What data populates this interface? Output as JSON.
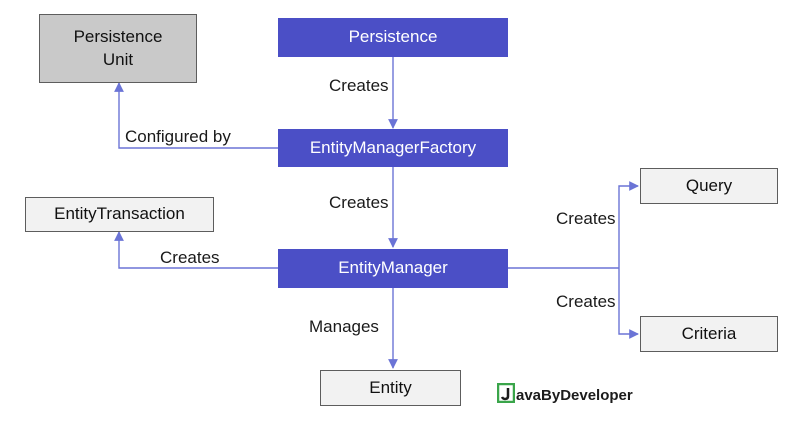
{
  "nodes": {
    "persistence": "Persistence",
    "persistence_unit": "Persistence Unit",
    "entity_manager_factory": "EntityManagerFactory",
    "entity_transaction": "EntityTransaction",
    "entity_manager": "EntityManager",
    "query": "Query",
    "criteria": "Criteria",
    "entity": "Entity"
  },
  "edges": {
    "persistence_to_factory": "Creates",
    "factory_to_unit": "Configured by",
    "factory_to_manager": "Creates",
    "manager_to_transaction": "Creates",
    "manager_to_query": "Creates",
    "manager_to_criteria": "Creates",
    "manager_to_entity": "Manages"
  },
  "logo": {
    "mark_letter": "J",
    "text": "avaByDeveloper",
    "colors": {
      "mark": "#3aa54a"
    }
  },
  "colors": {
    "primary": "#4b4fc6",
    "box_light": "#f2f2f2",
    "box_gray": "#c9c9c9",
    "connector": "#6b74d6"
  }
}
